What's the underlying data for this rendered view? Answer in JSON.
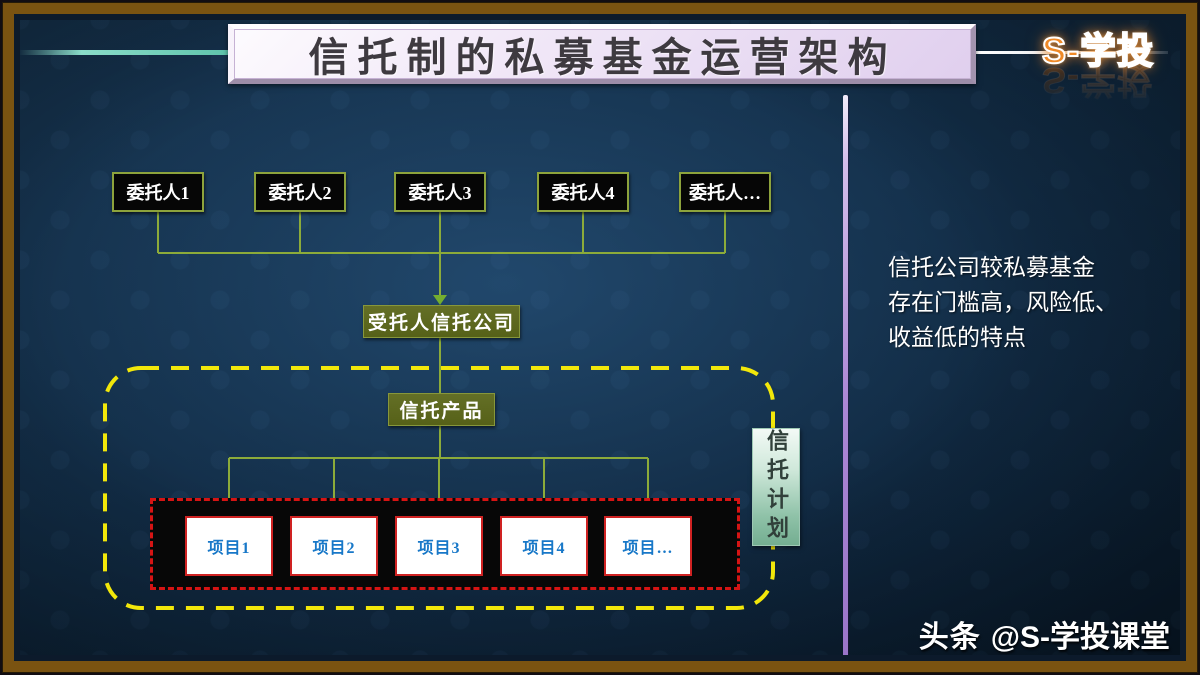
{
  "slide": {
    "title": "信托制的私募基金运营架构",
    "logo": "S-学投",
    "watermark": {
      "brand": "头条",
      "handle": "@S-学投课堂"
    }
  },
  "note": {
    "lines": [
      "信托公司较私募基金",
      "存在门槛高，风险低、",
      "收益低的特点"
    ]
  },
  "diagram": {
    "clients": [
      "委托人1",
      "委托人2",
      "委托人3",
      "委托人4",
      "委托人…"
    ],
    "trustee": "受托人信托公司",
    "product": "信托产品",
    "plan_label": "信托计划",
    "projects": [
      "项目1",
      "项目2",
      "项目3",
      "项目4",
      "项目…"
    ]
  },
  "colors": {
    "background_navy": "#102a42",
    "frame_gold": "#7a5311",
    "banner_lavender": "#e0cfee",
    "logo_orange": "#ef8a28",
    "box_border_green": "#8da33c",
    "olive_fill": "#5c671c",
    "connector_green": "#8cab3a",
    "dash_yellow": "#f2e70a",
    "dash_red": "#d51414",
    "project_text_blue": "#1878c8",
    "plan_teal": "#74ae91",
    "divider_purple": "#ab86d4"
  }
}
